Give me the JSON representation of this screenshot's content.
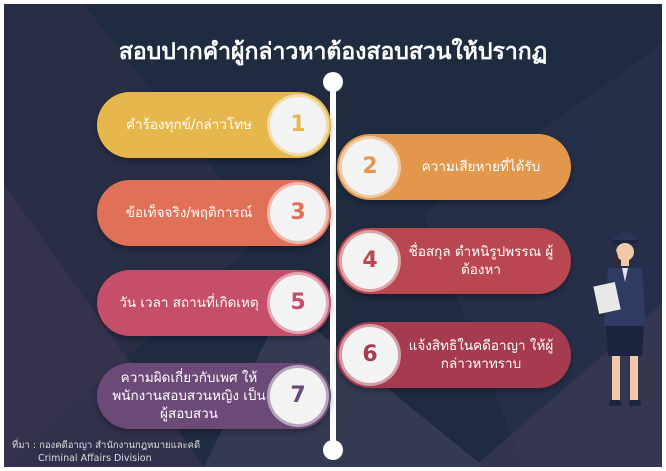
{
  "title": "สอบปากคำผู้กล่าวหาต้องสอบสวนให้ปรากฏ",
  "steps": [
    {
      "number": "1",
      "label": "คำร้องทุกข์/กล่าวโทษ",
      "color": "#e6b74c"
    },
    {
      "number": "2",
      "label": "ความเสียหายที่ได้รับ",
      "color": "#e3974c"
    },
    {
      "number": "3",
      "label": "ข้อเท็จจริง/พฤติการณ์",
      "color": "#e07158"
    },
    {
      "number": "4",
      "label": "ชื่อสกุล ตำหนิรูปพรรณ ผู้ต้องหา",
      "color": "#b9474f"
    },
    {
      "number": "5",
      "label": "วัน เวลา สถานที่เกิดเหตุ",
      "color": "#c54e68"
    },
    {
      "number": "6",
      "label": "แจ้งสิทธิในคดีอาญา ให้ผู้กล่าวหาทราบ",
      "color": "#a63a4f"
    },
    {
      "number": "7",
      "label": "ความผิดเกี่ยวกับเพศ ให้พนักงานสอบสวนหญิง เป็นผู้สอบสวน",
      "color": "#6c4a78"
    }
  ],
  "source": {
    "th": "ที่มา : กองคดีอาญา สำนักงานกฎหมายและคดี",
    "en": "Criminal Affairs Division"
  }
}
